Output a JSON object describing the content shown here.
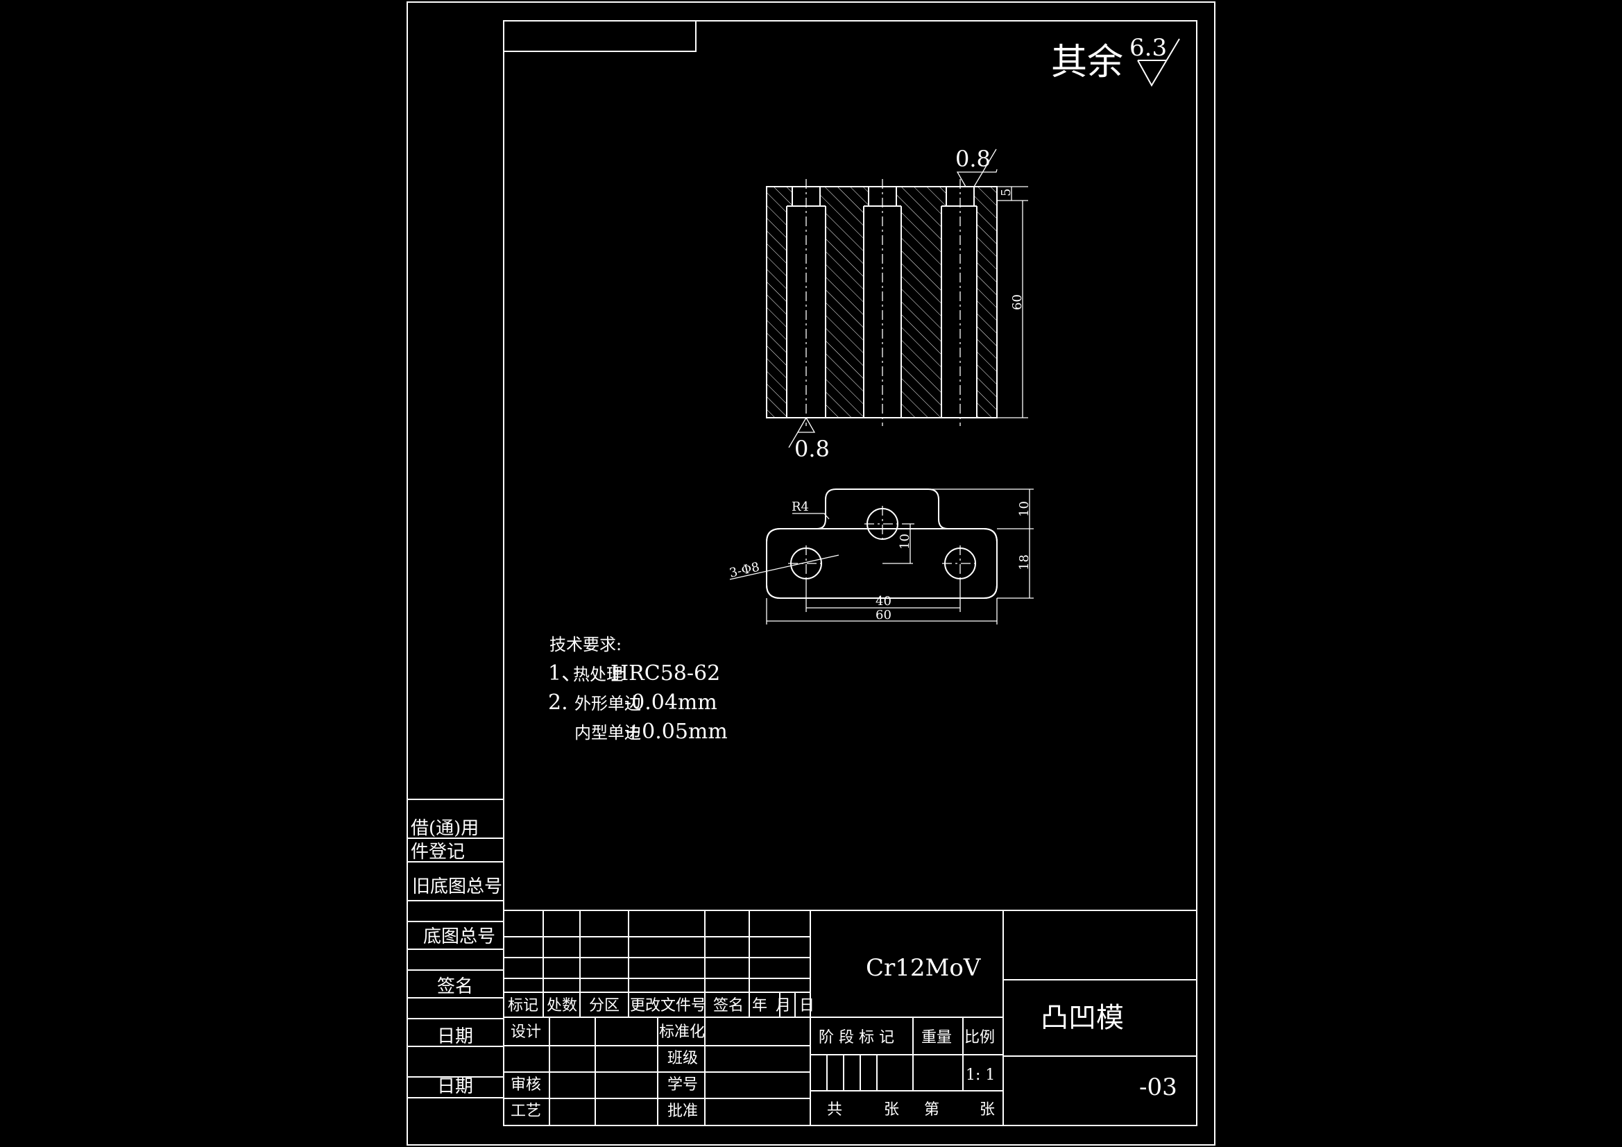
{
  "drawing": {
    "roughness_other_label": "其余",
    "roughness_other_value": "6.3",
    "section_roughness_top": "0.8",
    "section_roughness_bottom": "0.8",
    "dim_section_top": "5",
    "dim_section_height": "60",
    "dim_plan_radius": "R4",
    "dim_plan_holes": "3-Φ8",
    "dim_plan_boss": "10",
    "dim_plan_hole_offset": "10",
    "dim_plan_body": "18",
    "dim_plan_pitch": "40",
    "dim_plan_width": "60"
  },
  "tech_requirements": {
    "title": "技术要求:",
    "item1_num": "1、",
    "item1_cn": "热处理",
    "item1_val": "HRC58-62",
    "item2_num": "2.",
    "item2_cn": "外形单边",
    "item2_val": "-0.04mm",
    "item3_cn": "内型单边",
    "item3_val": "+0.05mm"
  },
  "side_table": {
    "row1a": "借(通)用",
    "row1b": "件登记",
    "row2": "旧底图总号",
    "row3": "底图总号",
    "row4": "签名",
    "row5": "日期",
    "row6": "日期"
  },
  "title_block": {
    "h_mark": "标记",
    "h_count": "处数",
    "h_zone": "分区",
    "h_doc": "更改文件号",
    "h_sign": "签名",
    "h_year": "年",
    "h_month": "月",
    "h_day": "日",
    "design": "设计",
    "standard": "标准化",
    "class": "班级",
    "review": "审核",
    "student_no": "学号",
    "process": "工艺",
    "approve": "批准",
    "material": "Cr12MoV",
    "stage": "阶 段 标 记",
    "weight": "重量",
    "scale_label": "比例",
    "scale_value": "1: 1",
    "total": "共",
    "sheets": "张",
    "sheet_no": "第",
    "sheets2": "张",
    "part_name": "凸凹模",
    "drawing_no": "-03"
  }
}
